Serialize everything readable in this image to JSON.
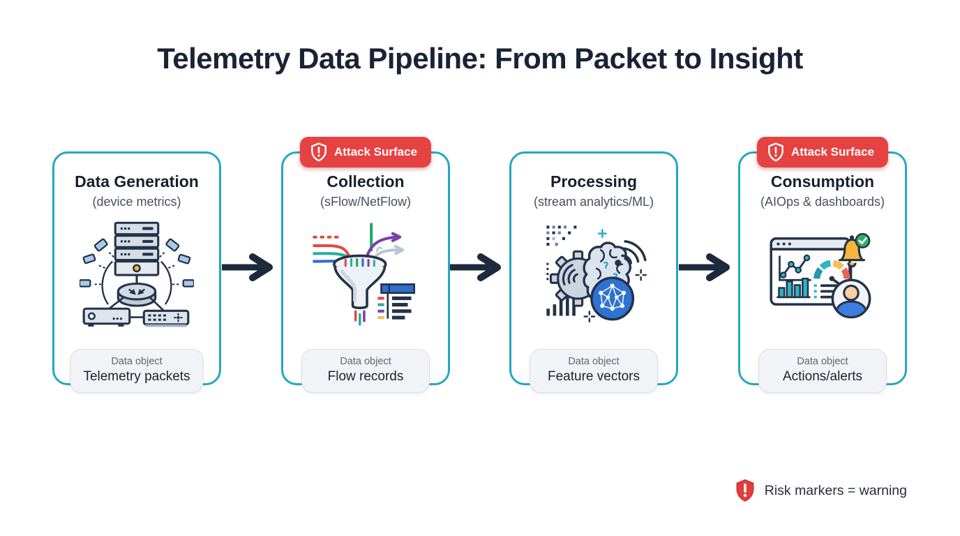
{
  "title": "Telemetry Data Pipeline: From Packet to Insight",
  "badge_label": "Attack Surface",
  "data_object_label": "Data object",
  "stages": [
    {
      "title": "Data Generation",
      "subtitle": "(device metrics)",
      "data_object": "Telemetry packets",
      "attack_surface": false,
      "icon": "network-devices-icon"
    },
    {
      "title": "Collection",
      "subtitle": "(sFlow/NetFlow)",
      "data_object": "Flow records",
      "attack_surface": true,
      "icon": "funnel-flows-icon"
    },
    {
      "title": "Processing",
      "subtitle": "(stream analytics/ML)",
      "data_object": "Feature vectors",
      "attack_surface": false,
      "icon": "gear-brain-ml-icon"
    },
    {
      "title": "Consumption",
      "subtitle": "(AIOps & dashboards)",
      "data_object": "Actions/alerts",
      "attack_surface": true,
      "icon": "dashboard-alerts-icon"
    }
  ],
  "legend": {
    "text": "Risk markers = warning",
    "icon": "risk-shield-icon"
  },
  "colors": {
    "navy": "#1c2738",
    "teal-border": "#25a7c2",
    "red": "#e64242",
    "teal": "#2ab6c4",
    "blue": "#2e73d2",
    "amber": "#f2b53a",
    "green": "#2fae63"
  }
}
